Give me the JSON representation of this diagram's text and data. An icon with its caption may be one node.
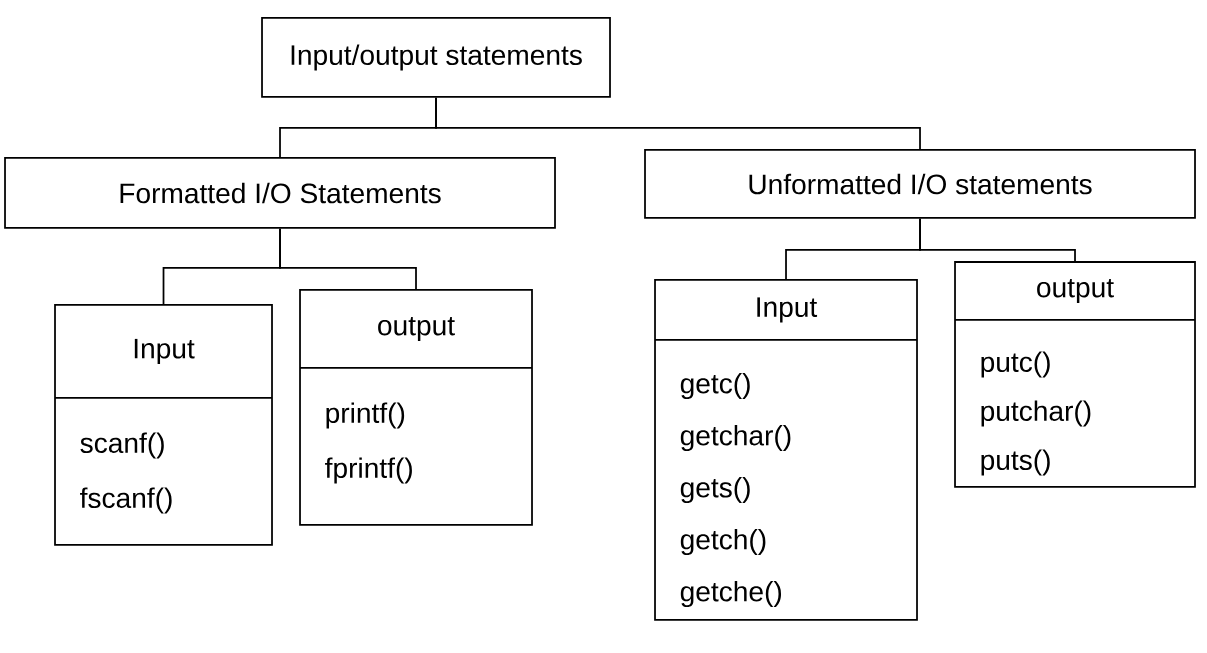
{
  "diagram": {
    "nodes": [
      {
        "text": [
          "Input/output statements"
        ]
      },
      {
        "text": [
          "Formatted I/O Statements"
        ]
      },
      {
        "text": [
          "Unformatted I/O statements"
        ]
      },
      {
        "text": [
          "Input",
          "scanf()",
          "fscanf()"
        ]
      },
      {
        "text": [
          "output",
          "printf()",
          "fprintf()"
        ]
      },
      {
        "text": [
          "Input",
          "getc()",
          "getchar()",
          "gets()",
          "getch()",
          "getche()"
        ]
      },
      {
        "text": [
          "output",
          "putc()",
          "putchar()",
          "puts()"
        ]
      }
    ],
    "edges": [
      {
        "from": 0,
        "to": 1,
        "arrow": "none"
      },
      {
        "from": 0,
        "to": 2,
        "arrow": "none"
      },
      {
        "from": 1,
        "to": 3,
        "arrow": "none"
      },
      {
        "from": 1,
        "to": 4,
        "arrow": "none"
      },
      {
        "from": 2,
        "to": 5,
        "arrow": "none"
      },
      {
        "from": 2,
        "to": 6,
        "arrow": "none"
      }
    ]
  }
}
